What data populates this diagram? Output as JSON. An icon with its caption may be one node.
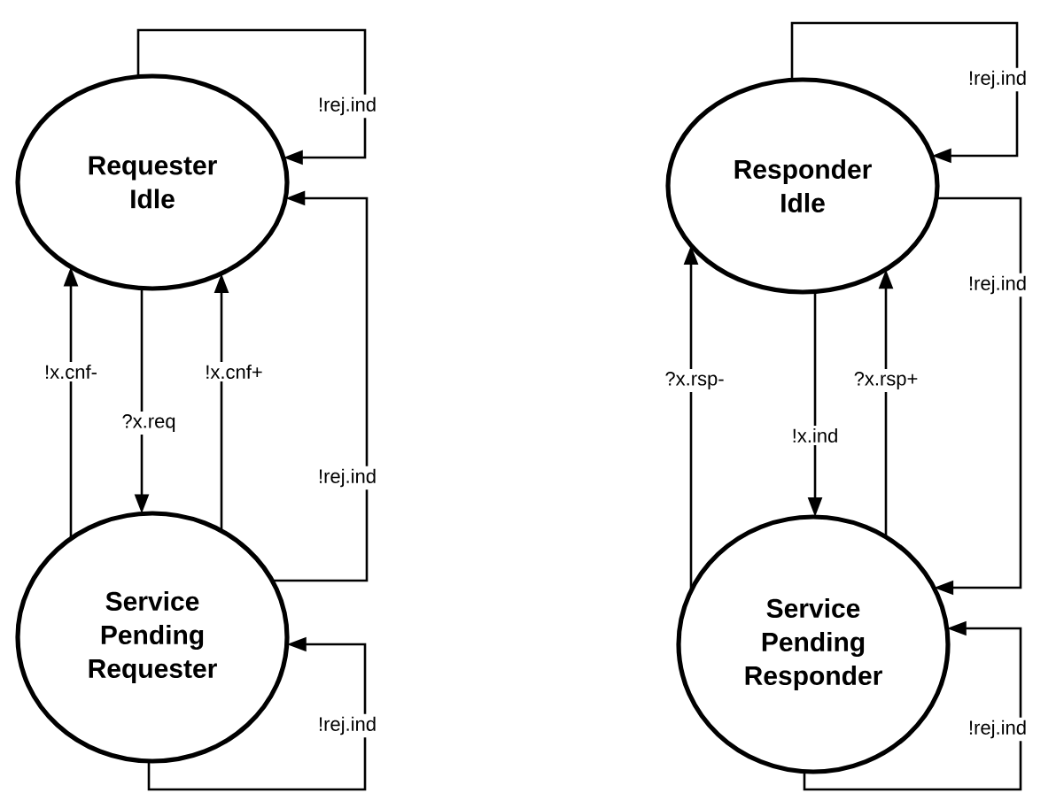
{
  "diagram": {
    "nodes": [
      {
        "text": [
          "Requester Idle"
        ]
      },
      {
        "text": [
          "Service Pending Requester"
        ]
      },
      {
        "text": [
          "Responder Idle"
        ]
      },
      {
        "text": [
          "Service Pending Responder"
        ]
      }
    ],
    "edges": [
      {
        "from": 0,
        "to": 0,
        "arrow": "to",
        "label": "!rej.ind"
      },
      {
        "from": 1,
        "to": 0,
        "arrow": "to",
        "label": "!rej.ind"
      },
      {
        "from": 1,
        "to": 0,
        "arrow": "to",
        "label": "!x.cnf-"
      },
      {
        "from": 0,
        "to": 1,
        "arrow": "to",
        "label": "?x.req"
      },
      {
        "from": 1,
        "to": 0,
        "arrow": "to",
        "label": "!x.cnf+"
      },
      {
        "from": 1,
        "to": 1,
        "arrow": "to",
        "label": "!rej.ind"
      },
      {
        "from": 2,
        "to": 2,
        "arrow": "to",
        "label": "!rej.ind"
      },
      {
        "from": 2,
        "to": 3,
        "arrow": "to",
        "label": "!rej.ind"
      },
      {
        "from": 3,
        "to": 2,
        "arrow": "to",
        "label": "?x.rsp-"
      },
      {
        "from": 2,
        "to": 3,
        "arrow": "to",
        "label": "!x.ind"
      },
      {
        "from": 3,
        "to": 2,
        "arrow": "to",
        "label": "?x.rsp+"
      },
      {
        "from": 3,
        "to": 3,
        "arrow": "to",
        "label": "!rej.ind"
      }
    ]
  }
}
